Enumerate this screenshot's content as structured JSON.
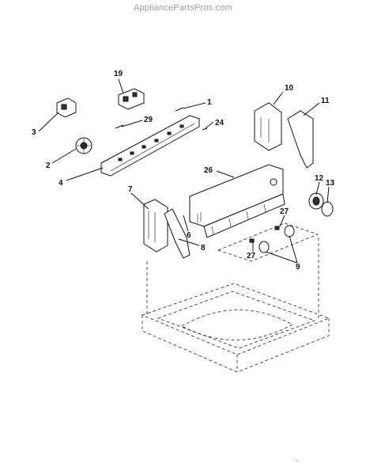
{
  "watermark": "AppliancePartsPros.com",
  "callouts": {
    "c1": "1",
    "c2": "2",
    "c3": "3",
    "c4": "4",
    "c6": "6",
    "c7": "7",
    "c8": "8",
    "c9": "9",
    "c10": "10",
    "c11": "11",
    "c12": "12",
    "c13": "13",
    "c19": "19",
    "c24": "24",
    "c26": "26",
    "c27a": "27",
    "c27b": "27",
    "c29": "29"
  },
  "diagram_code": "..."
}
